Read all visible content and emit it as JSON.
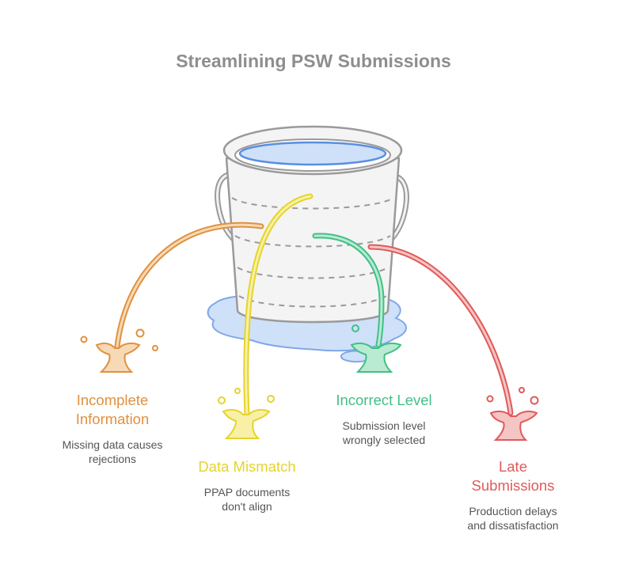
{
  "title": "Streamlining PSW Submissions",
  "colors": {
    "orange": "#E0913F",
    "yellow": "#E6D42A",
    "green": "#42BF86",
    "red": "#E05A5A",
    "water": "#7FA8E8",
    "bucket_stroke": "#9A9A9A"
  },
  "issues": [
    {
      "label_line1": "Incomplete",
      "label_line2": "Information",
      "desc_line1": "Missing data causes",
      "desc_line2": "rejections",
      "color": "#E0913F"
    },
    {
      "label_line1": "Data Mismatch",
      "label_line2": "",
      "desc_line1": "PPAP documents",
      "desc_line2": "don't align",
      "color": "#E6D42A"
    },
    {
      "label_line1": "Incorrect Level",
      "label_line2": "",
      "desc_line1": "Submission level",
      "desc_line2": "wrongly selected",
      "color": "#42BF86"
    },
    {
      "label_line1": "Late",
      "label_line2": "Submissions",
      "desc_line1": "Production delays",
      "desc_line2": "and dissatisfaction",
      "color": "#E05A5A"
    }
  ]
}
